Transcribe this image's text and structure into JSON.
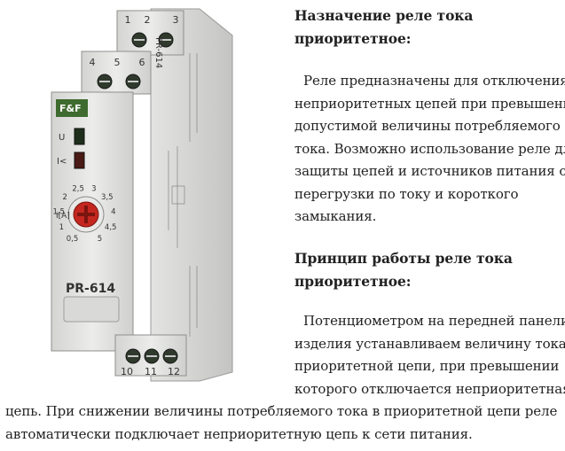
{
  "device": {
    "brand": "F&F",
    "model": "PR-614",
    "terminals_top": [
      "1",
      "2",
      "3",
      "4",
      "5",
      "6"
    ],
    "terminals_bottom": [
      "10",
      "11",
      "12"
    ],
    "led_u": "U",
    "led_i": "I<",
    "dial_label": "I[A]",
    "dial_scale": [
      "0,5",
      "1",
      "1,5",
      "2",
      "2,5",
      "3",
      "3,5",
      "4",
      "4,5",
      "5"
    ],
    "side_text": "PR-614"
  },
  "section1": {
    "title_lines": [
      "Назначение реле тока",
      "приоритетное:"
    ],
    "body_lines": [
      "Реле предназначены для отключения",
      "неприоритетных цепей при превышении",
      "допустимой величины потребляемого",
      "тока. Возможно использование реле для",
      "защиты цепей и источников питания от",
      "перегрузки по току и короткого",
      "замыкания."
    ]
  },
  "section2": {
    "title_lines": [
      "Принцип работы реле тока",
      "приоритетное:"
    ],
    "body_lines_right": [
      "Потенциометром на передней панели",
      "изделия устанавливаем величину тока в",
      "приоритетной цепи, при превышении",
      "которого отключается неприоритетная"
    ],
    "body_lines_full": [
      "цепь. При снижении величины потребляемого тока в приоритетной цепи реле",
      "автоматически подключает неприоритетную цепь к сети питания."
    ]
  }
}
